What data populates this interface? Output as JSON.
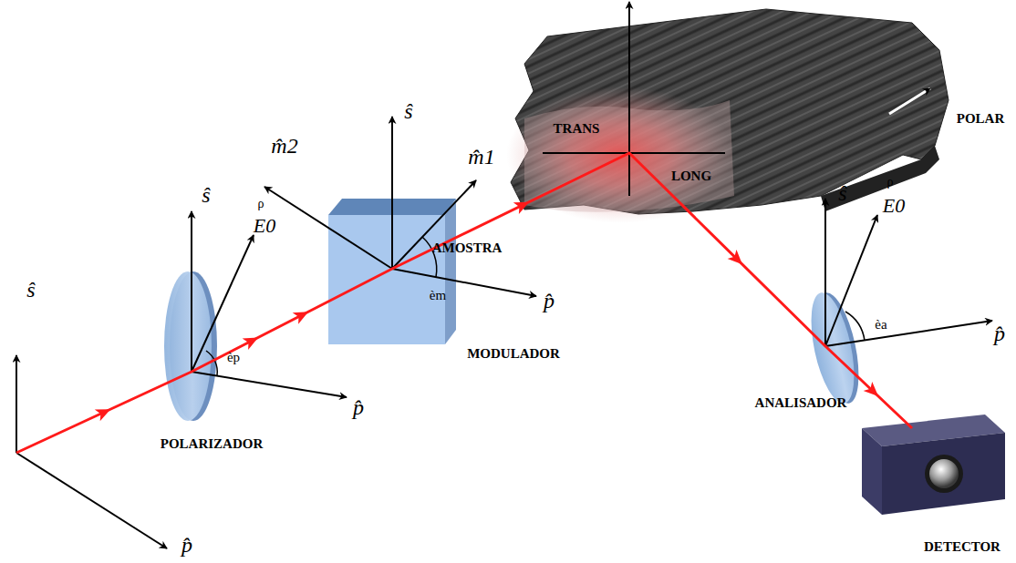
{
  "diagram": {
    "labels": [
      "ŝ",
      "p̂",
      "ŝ",
      "ρ",
      "E0",
      "èp",
      "p̂",
      "POLARIZADOR",
      "m̂2",
      "ŝ",
      "m̂1",
      "èm",
      "p̂",
      "MODULADOR",
      "TRANS",
      "LONG",
      "POLAR",
      "AMOSTRA",
      "ŝ",
      "ρ",
      "E0",
      "èa",
      "p̂",
      "ANALISADOR",
      "DETECTOR"
    ]
  }
}
